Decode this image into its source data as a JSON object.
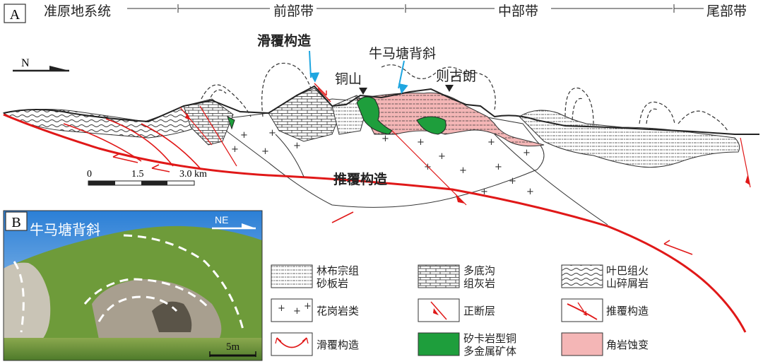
{
  "panel_a": {
    "letter": "A",
    "zones": [
      "准原地系统",
      "前部带",
      "中部带",
      "尾部带"
    ],
    "north": "N",
    "labels": {
      "slide": "滑覆构造",
      "anticline": "牛马塘背斜",
      "tongshan": "铜山",
      "zegulang": "则古朗",
      "thrust": "推覆构造"
    },
    "scale": {
      "ticks": [
        "0",
        "1.5",
        "3.0 km"
      ]
    }
  },
  "panel_b": {
    "letter": "B",
    "title": "牛马塘背斜",
    "direction": "NE",
    "scale": "5m"
  },
  "legend": [
    {
      "label1": "林布宗组",
      "label2": "砂板岩"
    },
    {
      "label1": "多底沟",
      "label2": "组灰岩"
    },
    {
      "label1": "叶巴组火",
      "label2": "山碎屑岩"
    },
    {
      "label1": "花岗岩类",
      "label2": ""
    },
    {
      "label1": "正断层",
      "label2": ""
    },
    {
      "label1": "推覆构造",
      "label2": ""
    },
    {
      "label1": "滑覆构造",
      "label2": ""
    },
    {
      "label1": "矽卡岩型铜",
      "label2": "多金属矿体"
    },
    {
      "label1": "角岩蚀变",
      "label2": ""
    }
  ],
  "colors": {
    "thrust_red": "#e01818",
    "skarn_green": "#1e9e3c",
    "hornfels_pink": "#f4b6b6",
    "arrow_blue": "#1fa6e0"
  }
}
